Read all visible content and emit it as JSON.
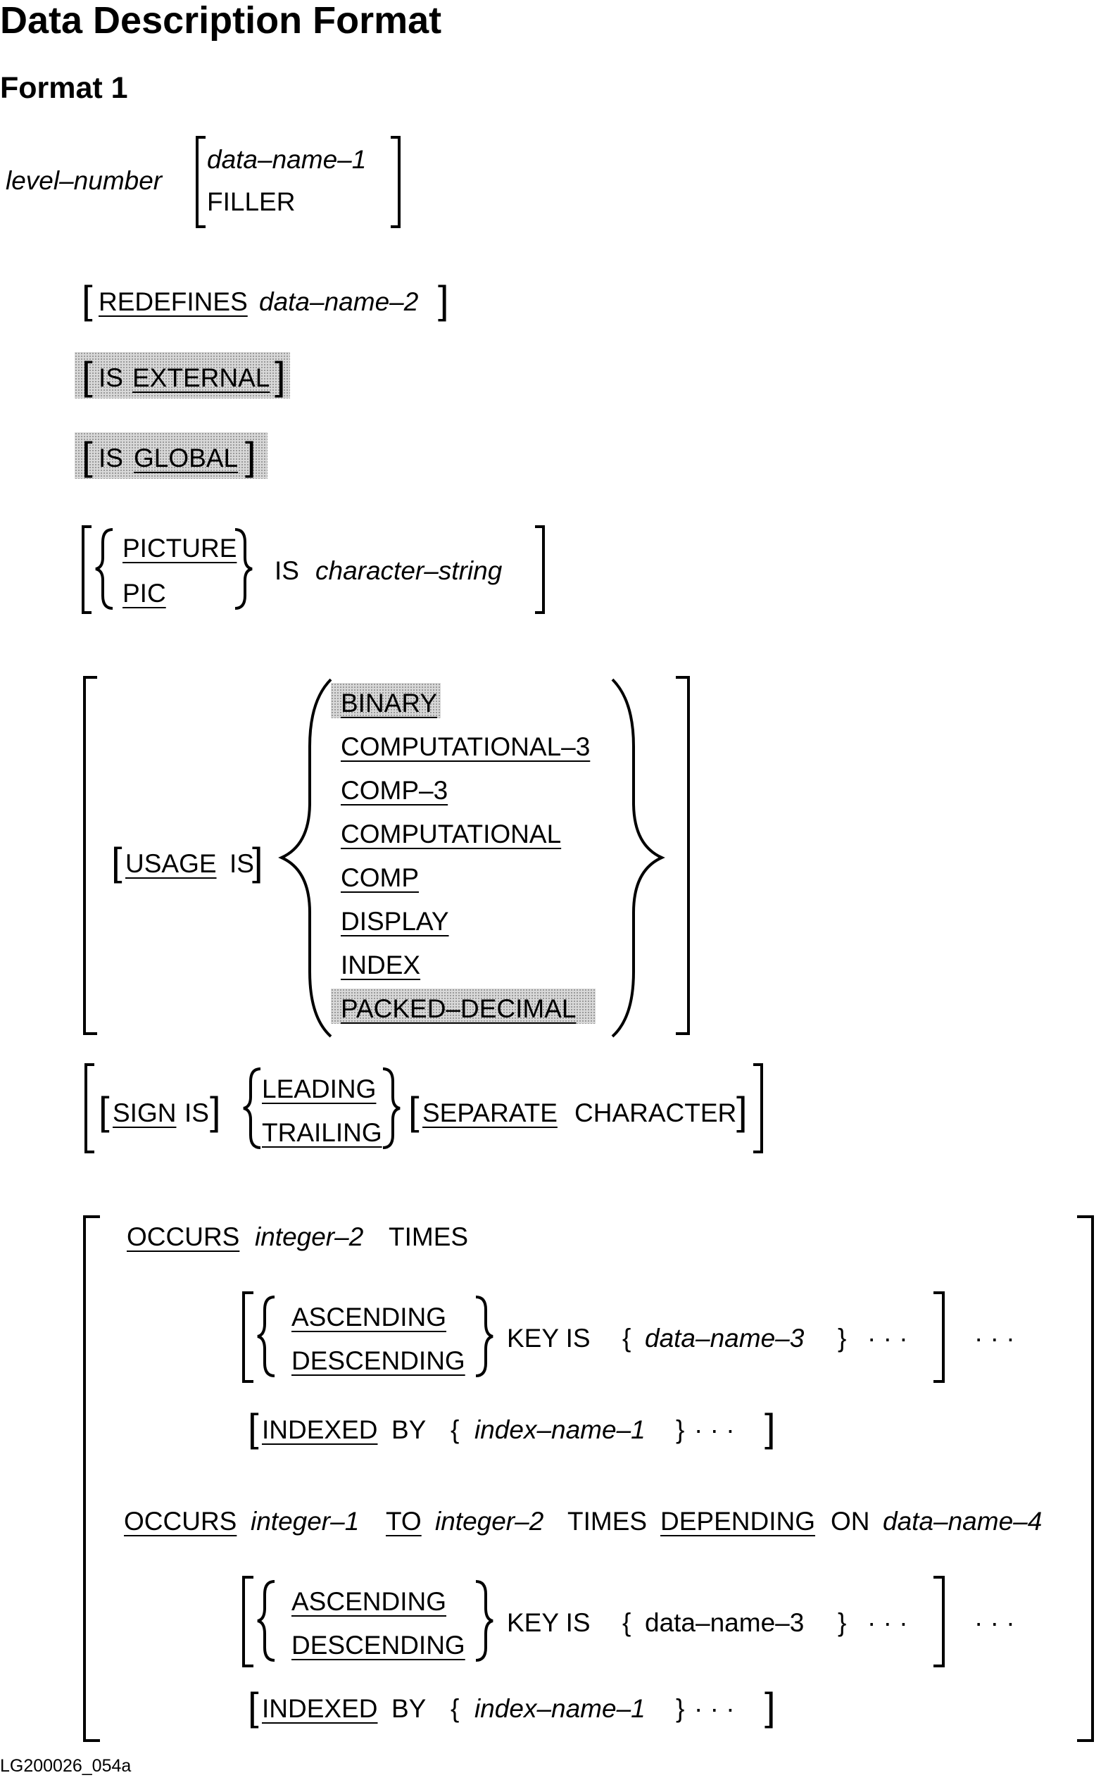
{
  "title": "Data Description Format",
  "subtitle": "Format 1",
  "clauses": {
    "level_number": "level–number",
    "data_name_1": "data–name–1",
    "filler": "FILLER",
    "redefines_kw": "REDEFINES",
    "data_name_2": "data–name–2",
    "is": "IS",
    "external_kw": "EXTERNAL",
    "global_kw": "GLOBAL",
    "picture_kw": "PICTURE",
    "pic_kw": "PIC",
    "is_character_string_is": "IS",
    "character_string": "character–string",
    "usage_kw": "USAGE",
    "usage_options": [
      "BINARY",
      "COMPUTATIONAL–3",
      "COMP–3",
      "COMPUTATIONAL",
      "COMP",
      "DISPLAY",
      "INDEX",
      "PACKED–DECIMAL"
    ],
    "sign_kw": "SIGN",
    "leading_kw": "LEADING",
    "trailing_kw": "TRAILING",
    "separate_kw": "SEPARATE",
    "character_kw": "CHARACTER",
    "occurs_kw": "OCCURS",
    "integer_2": "integer–2",
    "times_kw": "TIMES",
    "ascending_kw": "ASCENDING",
    "descending_kw": "DESCENDING",
    "key_is": "KEY IS",
    "data_name_3": "data–name–3",
    "ellipsis": "·  ·  ·",
    "indexed_kw": "INDEXED",
    "by_kw": "BY",
    "index_name_1": "index–name–1",
    "integer_1": "integer–1",
    "to_kw": "TO",
    "depending_kw": "DEPENDING",
    "on_kw": "ON",
    "data_name_4": "data–name–4"
  },
  "figure_id": "LG200026_054a"
}
